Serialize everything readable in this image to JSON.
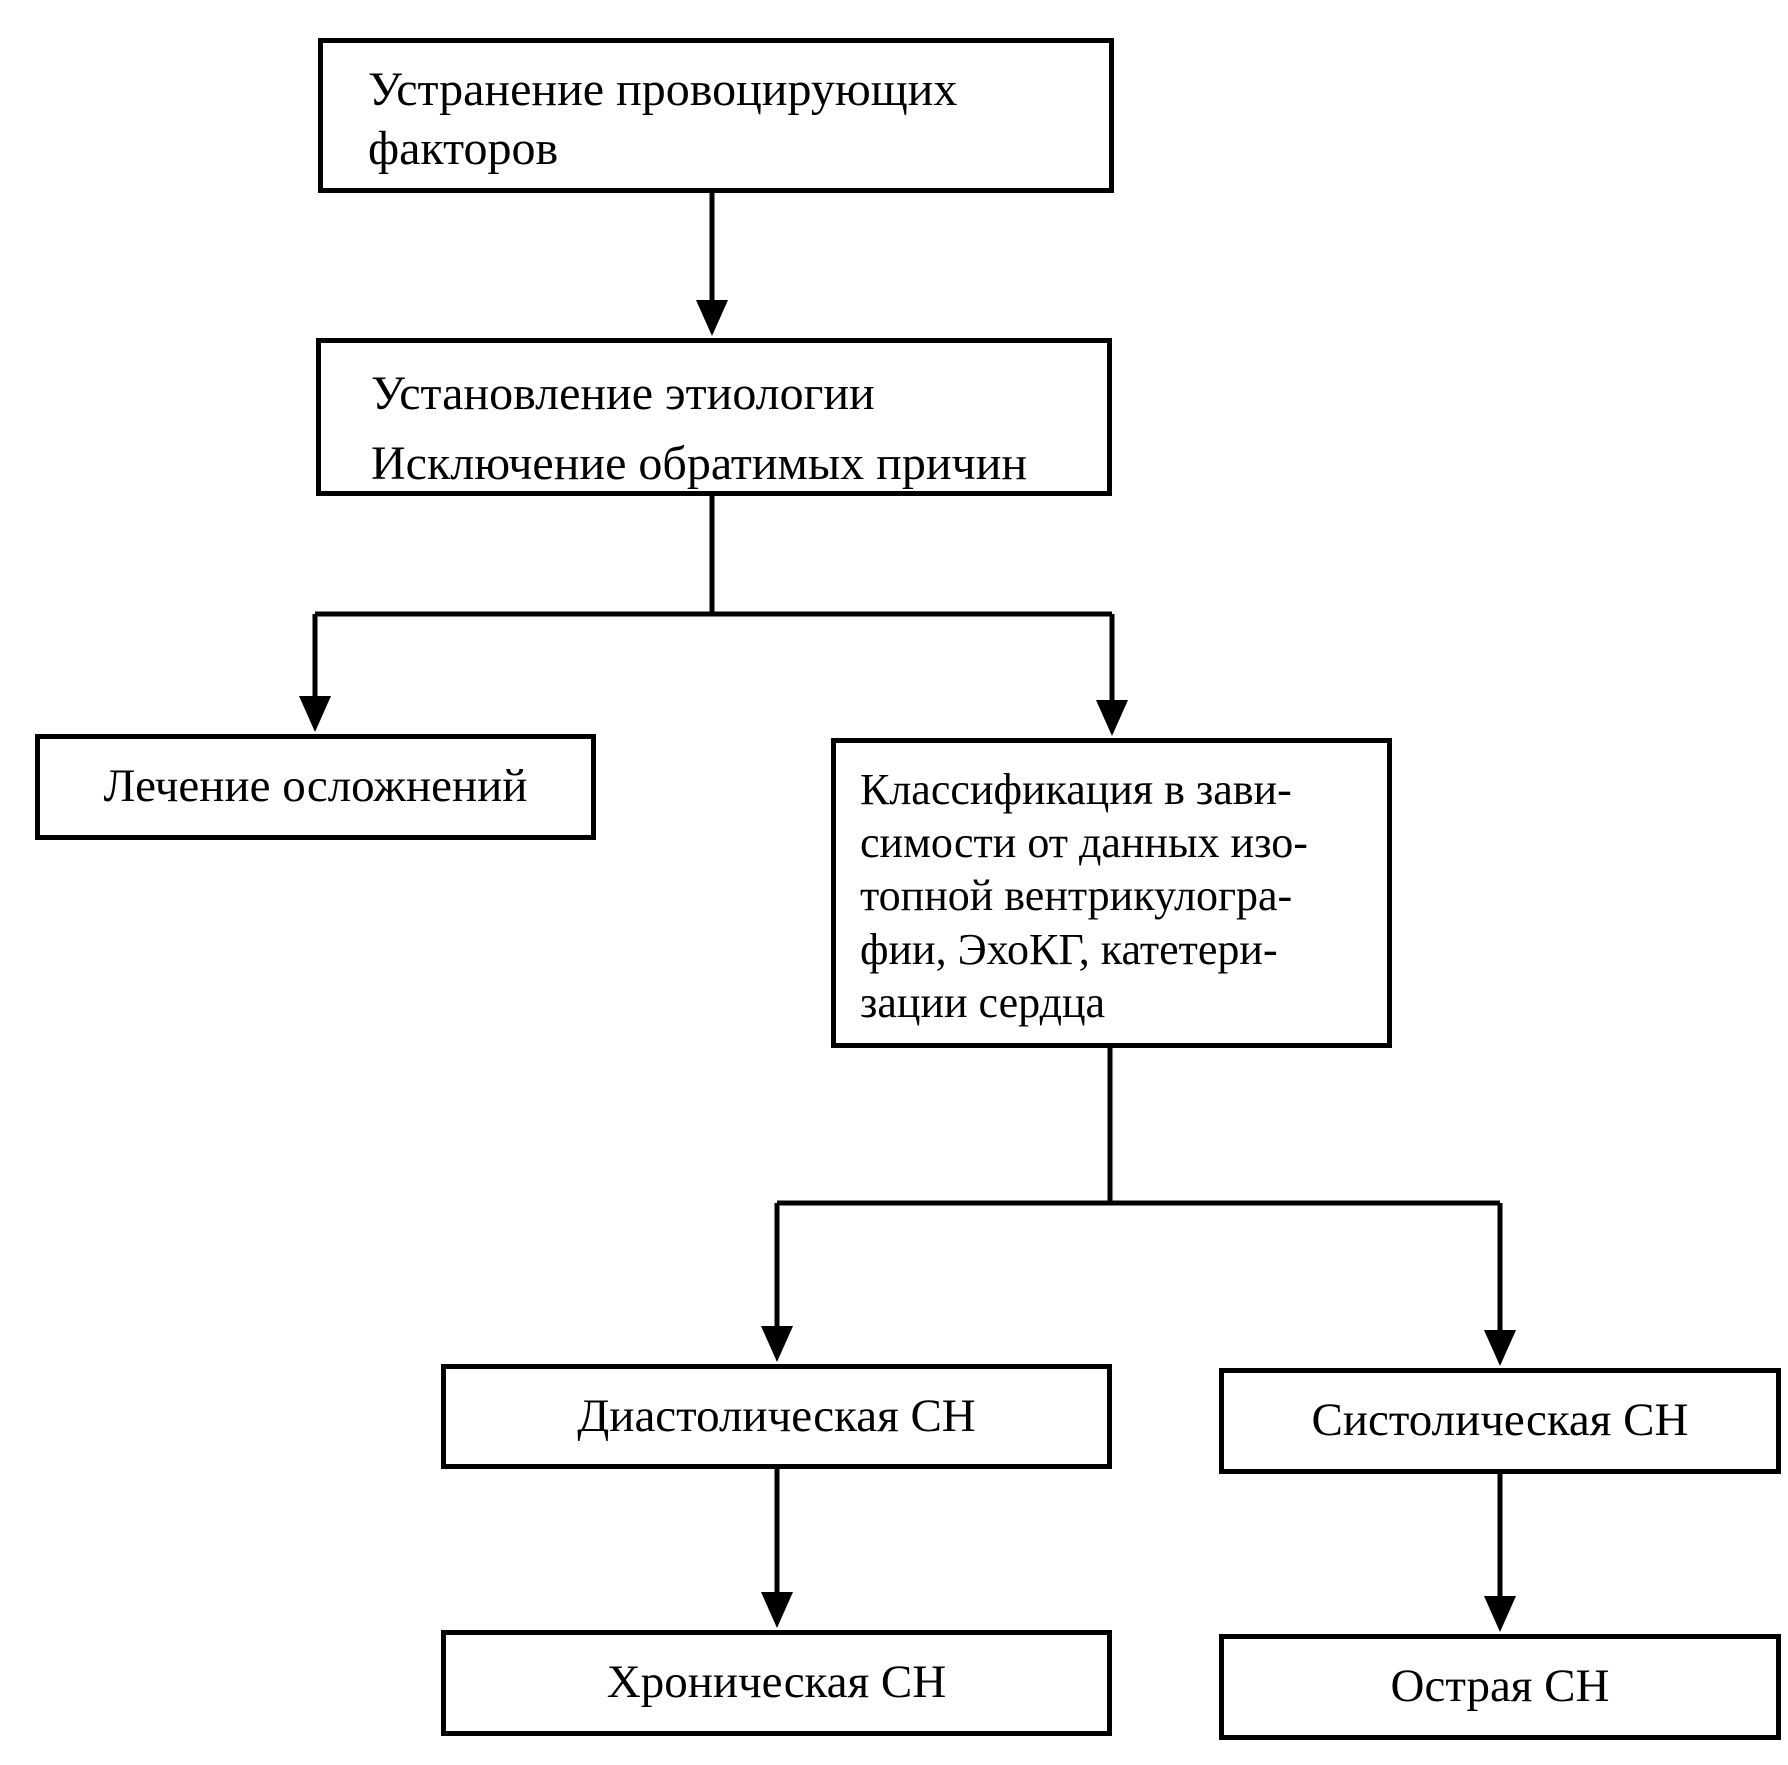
{
  "diagram": {
    "type": "flowchart",
    "nodes": {
      "eliminate": {
        "lines": [
          "Устранение провоцирующих",
          "факторов"
        ]
      },
      "etiology": {
        "lines": [
          "Установление этиологии",
          "Исключение обратимых причин"
        ]
      },
      "complications": {
        "text": "Лечение осложнений"
      },
      "classification": {
        "lines": [
          "Классификация в зави-",
          "симости от данных изо-",
          "топной вентрикулогра-",
          "фии, ЭхоКГ, катетери-",
          "зации сердца"
        ]
      },
      "diastolic": {
        "text": "Диастолическая СН"
      },
      "systolic": {
        "text": "Систолическая СН"
      },
      "chronic": {
        "text": "Хроническая СН"
      },
      "acute": {
        "text": "Острая СН"
      }
    },
    "edges": [
      {
        "from": "eliminate",
        "to": "etiology"
      },
      {
        "from": "etiology",
        "to": "complications"
      },
      {
        "from": "etiology",
        "to": "classification"
      },
      {
        "from": "classification",
        "to": "diastolic"
      },
      {
        "from": "classification",
        "to": "systolic"
      },
      {
        "from": "diastolic",
        "to": "chronic"
      },
      {
        "from": "systolic",
        "to": "acute"
      }
    ]
  }
}
